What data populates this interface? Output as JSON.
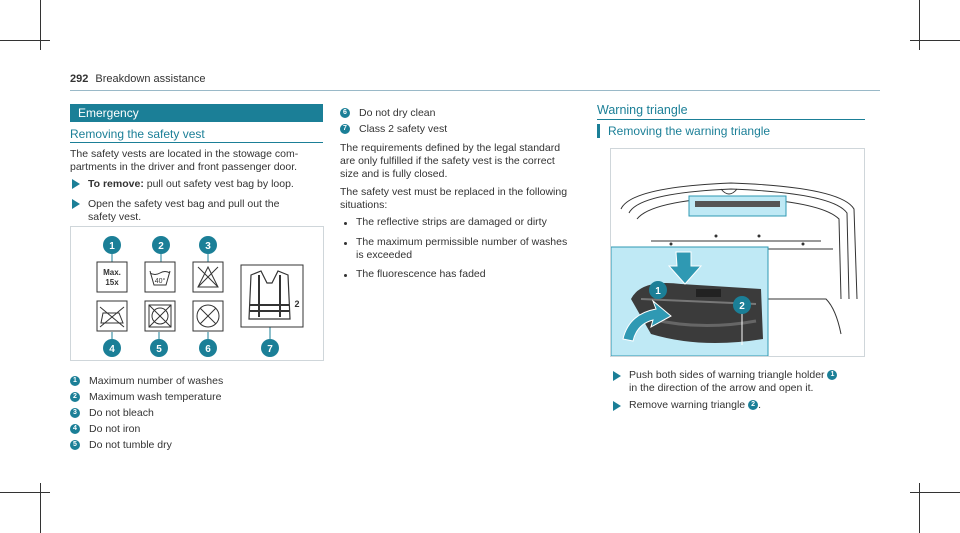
{
  "page": {
    "number": "292",
    "section": "Breakdown assistance"
  },
  "left": {
    "banner": "Emergency",
    "subheading": "Removing the safety vest",
    "intro": [
      "The safety vests are located in the stowage com-",
      "partments in the driver and front passenger door."
    ],
    "steps": [
      {
        "label": "To remove:",
        "text": " pull out safety vest bag by loop."
      },
      {
        "label": "",
        "text": "Open the safety vest bag and pull out the",
        "text2": "safety vest."
      }
    ],
    "figure": {
      "callouts": [
        "1",
        "2",
        "3",
        "4",
        "5",
        "6",
        "7"
      ],
      "max_text": "Max.",
      "max_count": "15x",
      "temp": "40°",
      "class_num": "2"
    },
    "legend": [
      {
        "n": "1",
        "text": "Maximum number of washes"
      },
      {
        "n": "2",
        "text": "Maximum wash temperature"
      },
      {
        "n": "3",
        "text": "Do not bleach"
      },
      {
        "n": "4",
        "text": "Do not iron"
      },
      {
        "n": "5",
        "text": "Do not tumble dry"
      }
    ]
  },
  "middle": {
    "legend": [
      {
        "n": "6",
        "text": "Do not dry clean"
      },
      {
        "n": "7",
        "text": "Class 2 safety vest"
      }
    ],
    "para1": [
      "The requirements defined by the legal standard",
      "are only fulfilled if the safety vest is the correct",
      "size and is fully closed."
    ],
    "para2": [
      "The safety vest must be replaced in the following",
      "situations:"
    ],
    "bullets": [
      {
        "text": "The reflective strips are damaged or dirty"
      },
      {
        "text": "The maximum permissible number of washes",
        "text2": "is exceeded"
      },
      {
        "text": "The fluorescence has faded"
      }
    ]
  },
  "right": {
    "heading": "Warning triangle",
    "subheading": "Removing the warning triangle",
    "figure": {
      "callouts": [
        "1",
        "2"
      ]
    },
    "steps": [
      {
        "text": "Push both sides of warning triangle holder ",
        "ref": "1",
        "text2": "in the direction of the arrow and open it."
      },
      {
        "text": "Remove warning triangle ",
        "ref": "2",
        "tail": "."
      }
    ]
  },
  "colors": {
    "accent": "#1b7f97",
    "highlight": "#bfe9f5",
    "text": "#333333"
  }
}
